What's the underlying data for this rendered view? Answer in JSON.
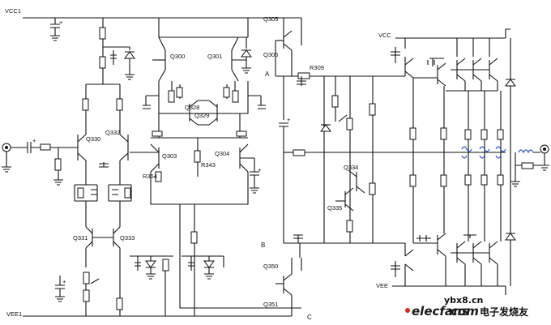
{
  "rails": {
    "vcc1": "VCC1",
    "vee1": "VEE1",
    "vcc": "VCC",
    "vee": "VEE"
  },
  "nodes": {
    "a": "A",
    "b": "B",
    "c": "C"
  },
  "transistors": {
    "q300": "Q300",
    "q301": "Q301",
    "q303": "Q303",
    "q304": "Q304",
    "q305": "Q305",
    "q306": "Q306",
    "q328": "Q328",
    "q329": "Q329",
    "q330": "Q330",
    "q331": "Q331",
    "q332": "Q332",
    "q333": "Q333",
    "q334": "Q334",
    "q335": "Q335",
    "q350": "Q350",
    "q351": "Q351"
  },
  "resistors": {
    "r309": "R309",
    "r343": "R343",
    "r354": "R354"
  },
  "capacitor_polarity": "+",
  "watermark": {
    "domain": "ybx8.cn",
    "brand": "elecfans",
    "dot": "·",
    "tld": "com",
    "chinese": "电子发烧友"
  },
  "colors": {
    "line": "#111111",
    "watermark_accent": "#d8281c",
    "output_coil": "#2a52c8"
  }
}
